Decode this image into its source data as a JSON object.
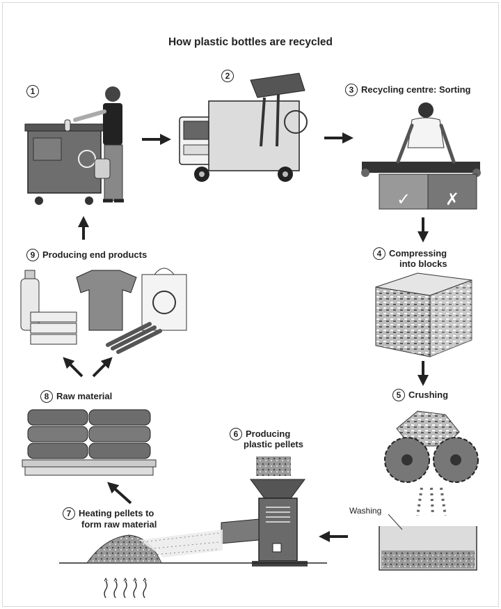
{
  "title": "How plastic bottles are recycled",
  "steps": [
    {
      "num": "1",
      "label": ""
    },
    {
      "num": "2",
      "label": ""
    },
    {
      "num": "3",
      "label": "Recycling centre: Sorting"
    },
    {
      "num": "4",
      "label_line1": "Compressing",
      "label_line2": "into blocks"
    },
    {
      "num": "5",
      "label": "Crushing"
    },
    {
      "num": "6",
      "label_line1": "Producing",
      "label_line2": "plastic pellets"
    },
    {
      "num": "7",
      "label_line1": "Heating pellets to",
      "label_line2": "form raw material"
    },
    {
      "num": "8",
      "label": "Raw material"
    },
    {
      "num": "9",
      "label": "Producing end products"
    }
  ],
  "washing_label": "Washing",
  "sort_marks": {
    "accept": "✓",
    "reject": "✗"
  }
}
